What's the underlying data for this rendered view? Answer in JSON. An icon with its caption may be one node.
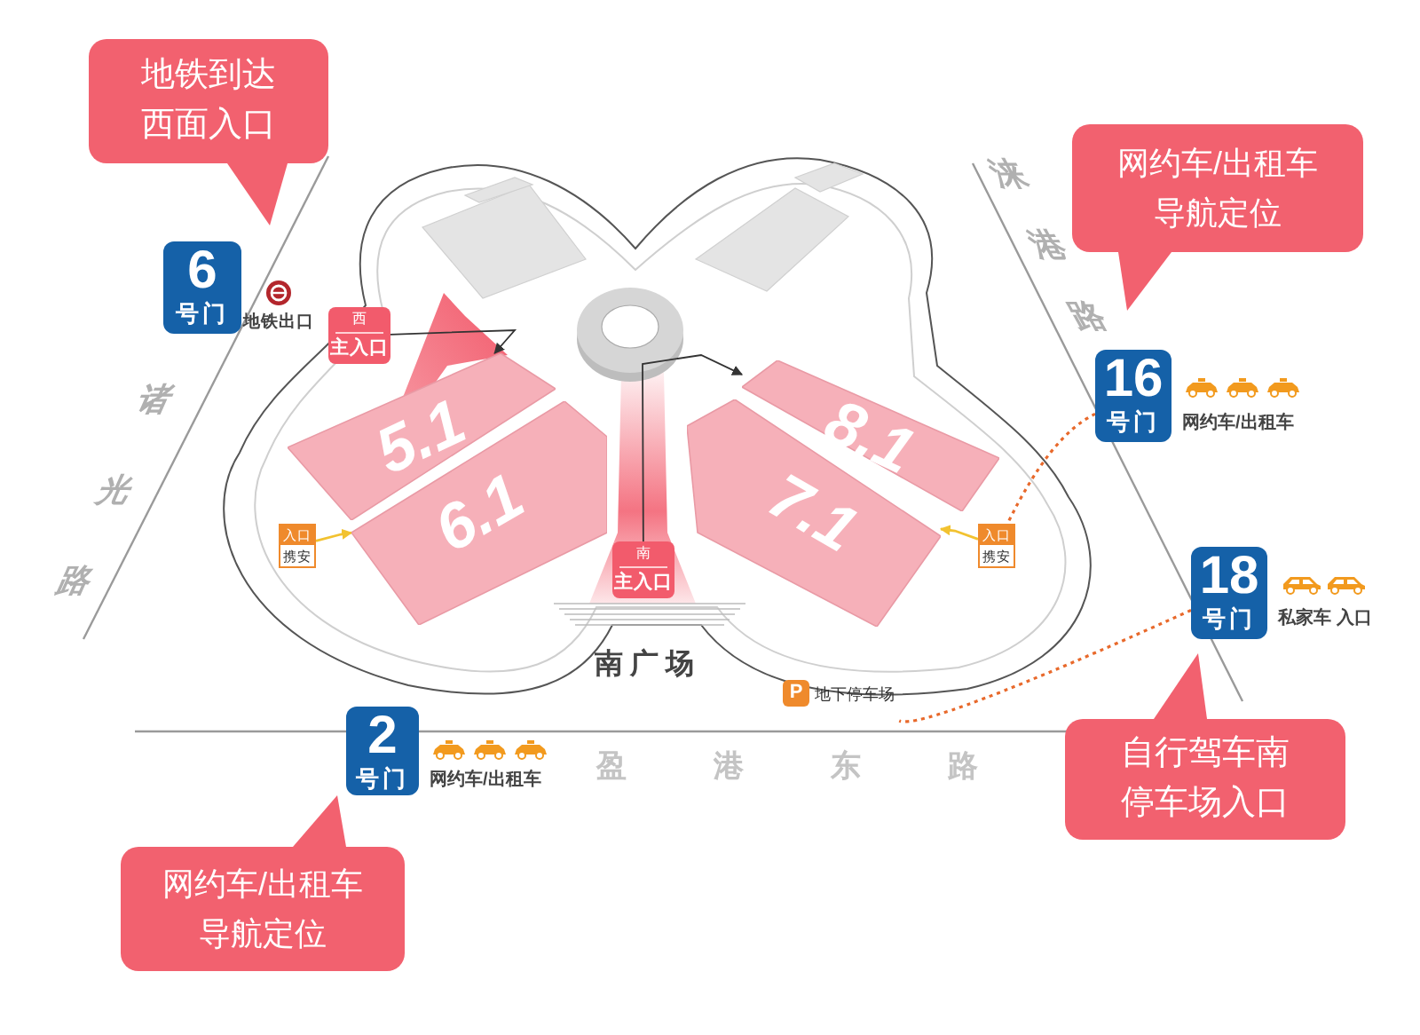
{
  "diagram": {
    "nodes": [
      {
        "text": [
          "地铁到达西面入口"
        ]
      },
      {
        "text": [
          "6",
          "号门"
        ]
      },
      {
        "text": [
          "网约车/出租车导航定位"
        ]
      },
      {
        "text": [
          "16",
          "号门"
        ],
        "beside": [
          "网约车/出租车"
        ]
      },
      {
        "text": [
          "18",
          "号门"
        ],
        "beside": [
          "私家车 入口"
        ]
      },
      {
        "text": [
          "2",
          "号门"
        ],
        "beside": [
          "网约车/出租车"
        ]
      },
      {
        "text": [
          "自行驾车南停车场入口"
        ]
      },
      {
        "text": [
          "网约车/出租车导航定位"
        ]
      },
      {
        "text": [
          "5.1"
        ]
      },
      {
        "text": [
          "6.1"
        ]
      },
      {
        "text": [
          "8.1"
        ]
      },
      {
        "text": [
          "7.1"
        ]
      },
      {
        "text": [
          "西",
          "主入口"
        ]
      },
      {
        "text": [
          "南",
          "主入口"
        ]
      },
      {
        "text": [
          "入口",
          "携安"
        ]
      },
      {
        "text": [
          "入口",
          "携安"
        ]
      },
      {
        "text": [
          "P",
          "地下停车场"
        ]
      }
    ],
    "edges": [
      {
        "from": 12,
        "to": 8,
        "arrow": "to"
      },
      {
        "from": 13,
        "to": 10,
        "arrow": "to"
      },
      {
        "from": 3,
        "to": 15,
        "arrow": "none",
        "style": "dashed",
        "color": "#e8692b"
      },
      {
        "from": 4,
        "to": 16,
        "arrow": "none",
        "style": "dashed",
        "color": "#e8692b"
      },
      {
        "from": 14,
        "to": 9,
        "arrow": "to",
        "color": "#f2c230"
      },
      {
        "from": 15,
        "to": 11,
        "arrow": "to",
        "color": "#f2c230"
      }
    ],
    "labels": [
      "地铁出口",
      "诸光路",
      "涞港路",
      "南广场",
      "盈港东路"
    ]
  }
}
